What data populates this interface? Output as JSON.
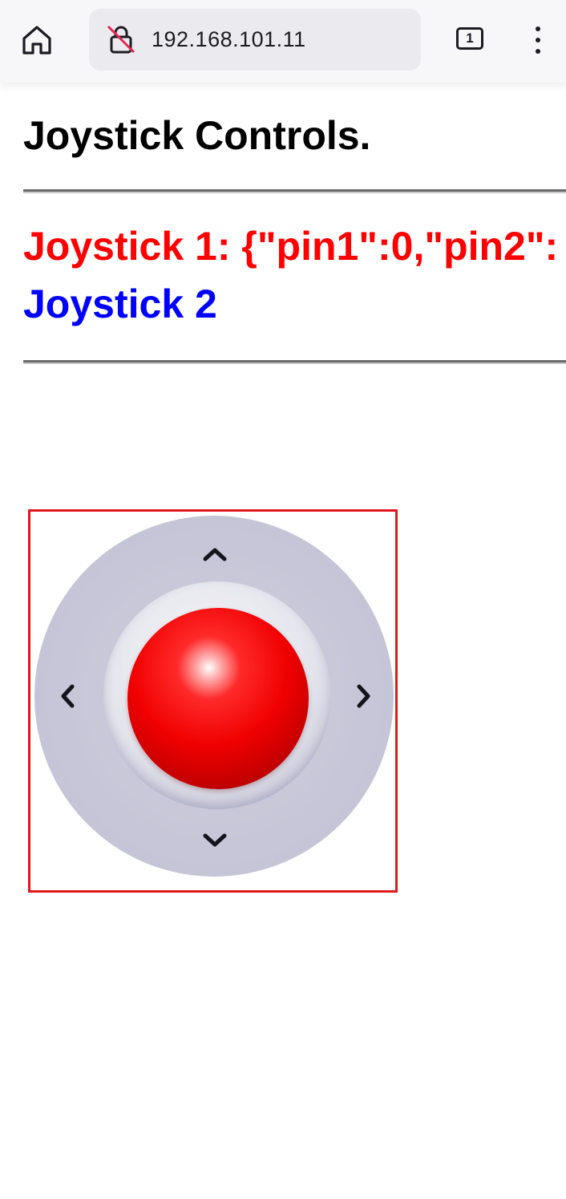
{
  "browser": {
    "url": "192.168.101.11",
    "tab_count": "1",
    "icons": {
      "home": "home-icon",
      "lock": "insecure-lock-icon",
      "tabs": "tabs-counter-icon",
      "menu": "more-vertical-icon"
    }
  },
  "page": {
    "title": "Joystick Controls.",
    "joystick1_text": "Joystick 1: {\"pin1\":0,\"pin2\":",
    "joystick2_text": "Joystick 2"
  },
  "joystick": {
    "ball_color": "#ff0000",
    "frame_color": "#e0181e",
    "base_color": "#c6c6d8",
    "arrows": [
      "chevron-up-icon",
      "chevron-left-icon",
      "chevron-right-icon",
      "chevron-down-icon"
    ]
  }
}
